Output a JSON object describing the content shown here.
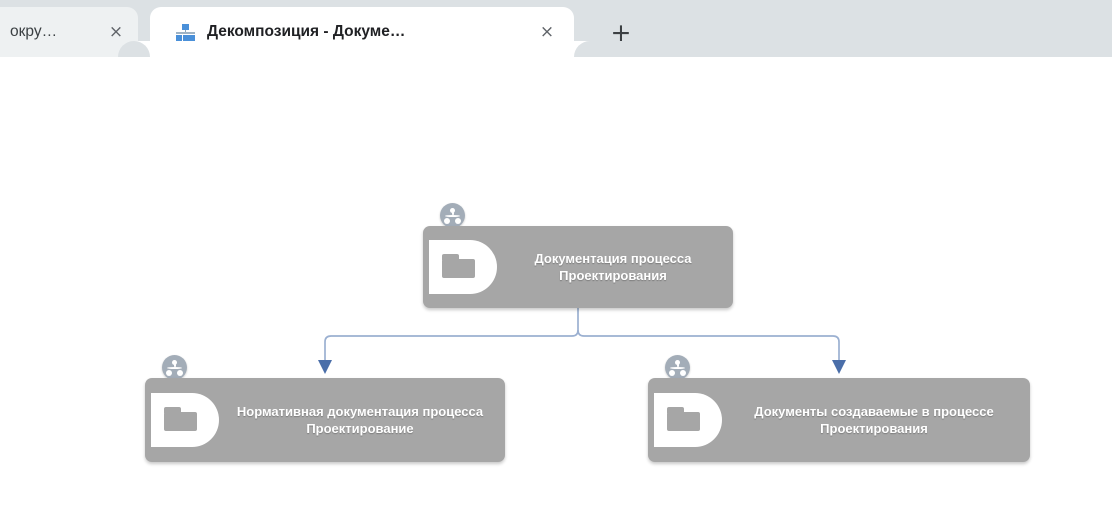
{
  "browser": {
    "tabs": [
      {
        "title": "окру…",
        "active": false,
        "close_label": "×",
        "favicon": null
      },
      {
        "title": "Декомпозиция - Докуме…",
        "active": true,
        "close_label": "×",
        "favicon": "hierarchy-icon"
      }
    ],
    "new_tab_label": "+",
    "tabstrip_color": "#dce1e4",
    "active_tab_color": "#ffffff",
    "favicon_color": "#4a90d9"
  },
  "diagram": {
    "type": "decomposition-tree",
    "canvas_background": "#ffffff",
    "node_color": "#a6a6a6",
    "node_text_color": "#ffffff",
    "connector_color": "#9bb0d1",
    "arrow_color": "#4a6ea9",
    "badge_color": "#a3adb8",
    "nodes": [
      {
        "id": "root",
        "label": "Документация процесса Проектирования",
        "icon": "document-folder-icon",
        "badge": "decomposition-badge"
      },
      {
        "id": "child-left",
        "label": "Нормативная документация процесса Проектирование",
        "icon": "document-folder-icon",
        "badge": "decomposition-badge"
      },
      {
        "id": "child-right",
        "label": "Документы создаваемые в процессе Проектирования",
        "icon": "document-folder-icon",
        "badge": "decomposition-badge"
      }
    ],
    "edges": [
      {
        "from": "root",
        "to": "child-left"
      },
      {
        "from": "root",
        "to": "child-right"
      }
    ]
  }
}
